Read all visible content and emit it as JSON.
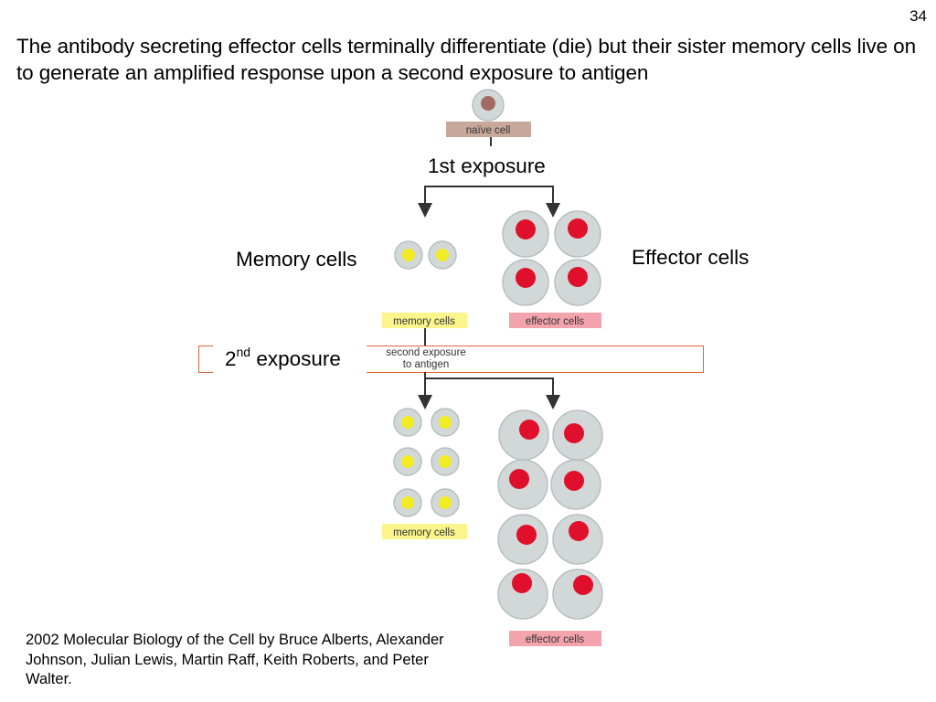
{
  "slide_number": "34",
  "headline": "The antibody secreting effector cells terminally differentiate (die) but their sister memory cells live on to generate an amplified response upon a second exposure to antigen",
  "callouts": {
    "first_exposure": "1st exposure",
    "memory_cells": "Memory cells",
    "effector_cells": "Effector cells",
    "second_exposure_base": "2",
    "second_exposure_sup": "nd",
    "second_exposure_word": " exposure"
  },
  "figure": {
    "naive_label": "naïve cell",
    "memory_label_top": "memory cells",
    "effector_label_top": "effector cells",
    "second_exposure_line1": "second exposure",
    "second_exposure_line2": "to antigen",
    "memory_label_bottom": "memory cells",
    "effector_label_bottom": "effector cells"
  },
  "colors": {
    "memory_label_bg": "#fbf58c",
    "effector_label_bg": "#f2a3ab",
    "naive_label_bg": "#c9a89c",
    "cell_fill": "#d2d7d8",
    "effector_nucleus": "#e0102c",
    "memory_nucleus": "#f2ec24",
    "naive_nucleus": "#a06c62",
    "exposure_box_border": "#e0643c"
  },
  "citation": "2002 Molecular Biology of the Cell by Bruce Alberts, Alexander Johnson, Julian Lewis, Martin Raff, Keith Roberts, and Peter Walter."
}
